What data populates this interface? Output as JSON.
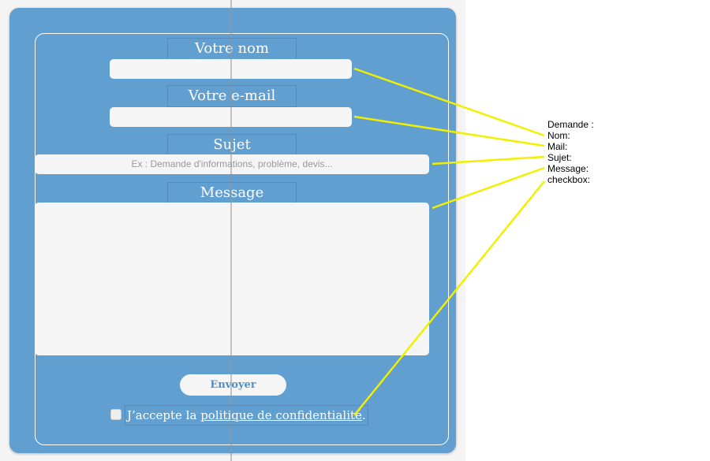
{
  "form": {
    "name_label": "Votre nom",
    "email_label": "Votre e-mail",
    "subject_label": "Sujet",
    "subject_placeholder": "Ex : Demande d'informations, problème, devis...",
    "message_label": "Message",
    "submit_label": "Envoyer",
    "accept_prefix": "J’accepte la ",
    "accept_link": "politique de confidentialité",
    "accept_suffix": "."
  },
  "annotations": [
    "Demande :",
    "Nom:",
    "Mail:",
    "Sujet:",
    "Message:",
    "checkbox:"
  ],
  "colors": {
    "card": "#609fd0",
    "annotation_line": "#f0f000"
  }
}
